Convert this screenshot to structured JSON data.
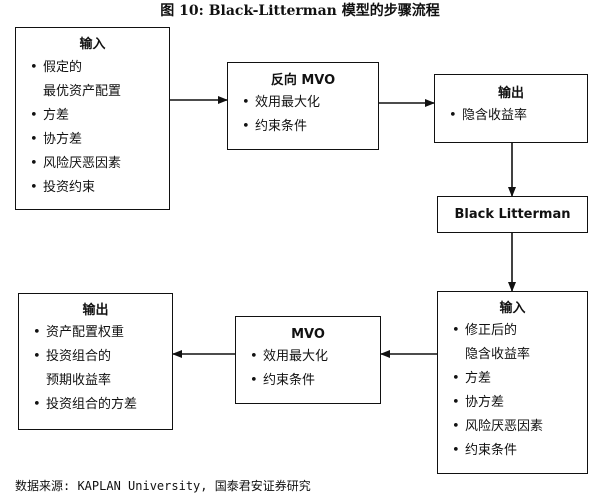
{
  "figure": {
    "title": "图 10:  Black-Litterman 模型的步骤流程",
    "source": "数据来源: KAPLAN University, 国泰君安证券研究"
  },
  "boxes": {
    "input_top": {
      "title": "输入",
      "items": [
        {
          "line1": "假定的",
          "line2": "最优资产配置"
        },
        {
          "line1": "方差"
        },
        {
          "line1": "协方差"
        },
        {
          "line1": "风险厌恶因素"
        },
        {
          "line1": "投资约束"
        }
      ]
    },
    "reverse_mvo": {
      "title": "反向 MVO",
      "items": [
        {
          "line1": "效用最大化"
        },
        {
          "line1": "约束条件"
        }
      ]
    },
    "output_top": {
      "title": "输出",
      "items": [
        {
          "line1": "隐含收益率"
        }
      ]
    },
    "black_litterman": {
      "title": "Black Litterman"
    },
    "input_bottom": {
      "title": "输入",
      "items": [
        {
          "line1": "修正后的",
          "line2": "隐含收益率"
        },
        {
          "line1": "方差"
        },
        {
          "line1": "协方差"
        },
        {
          "line1": "风险厌恶因素"
        },
        {
          "line1": "约束条件"
        }
      ]
    },
    "mvo": {
      "title": "MVO",
      "items": [
        {
          "line1": "效用最大化"
        },
        {
          "line1": "约束条件"
        }
      ]
    },
    "output_bottom": {
      "title": "输出",
      "items": [
        {
          "line1": "资产配置权重"
        },
        {
          "line1": "投资组合的",
          "line2": "预期收益率"
        },
        {
          "line1": "投资组合的方差"
        }
      ]
    }
  },
  "bullet": "•"
}
